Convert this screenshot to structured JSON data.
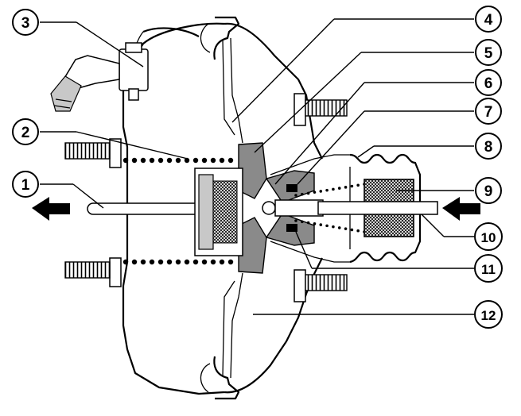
{
  "callouts": [
    {
      "id": "1",
      "label": "1"
    },
    {
      "id": "2",
      "label": "2"
    },
    {
      "id": "3",
      "label": "3"
    },
    {
      "id": "4",
      "label": "4"
    },
    {
      "id": "5",
      "label": "5"
    },
    {
      "id": "6",
      "label": "6"
    },
    {
      "id": "7",
      "label": "7"
    },
    {
      "id": "8",
      "label": "8"
    },
    {
      "id": "9",
      "label": "9"
    },
    {
      "id": "10",
      "label": "10"
    },
    {
      "id": "11",
      "label": "11"
    },
    {
      "id": "12",
      "label": "12"
    }
  ],
  "colors": {
    "line": "#000000",
    "shade_dark": "#8a8a8a",
    "shade_light": "#c8c8c8",
    "background": "#ffffff"
  },
  "icons": [
    "arrow-left-icon",
    "arrow-left-input-icon"
  ]
}
